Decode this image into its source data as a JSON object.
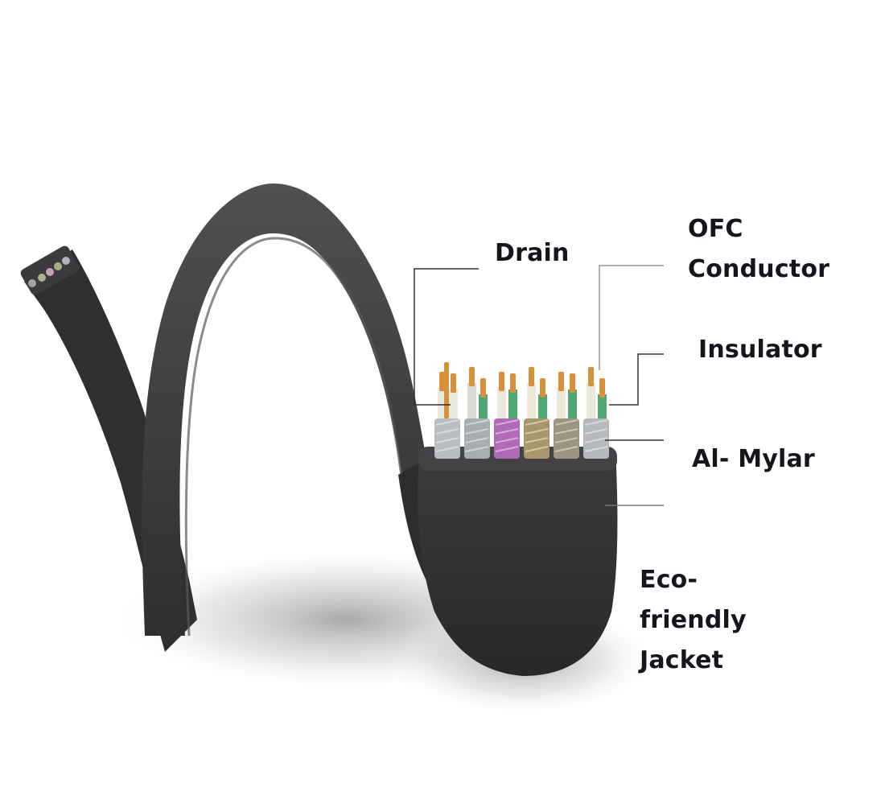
{
  "diagram": {
    "subject": "Flat shielded network cable (cross-section cutaway)",
    "background_color": "#ffffff",
    "cable_color": "#3a3a3c",
    "leader_line_color": "#333333",
    "labels": {
      "drain": "Drain",
      "ofc_conductor": [
        "OFC",
        "Conductor"
      ],
      "insulator": "Insulator",
      "al_mylar": "Al- Mylar",
      "jacket": [
        "Eco-",
        "friendly",
        "Jacket"
      ]
    },
    "wire_pairs": [
      {
        "shield": "silver",
        "shield_color": "#b9bcc0",
        "insulators": [
          "#e8e6df",
          "#e8e6df"
        ]
      },
      {
        "shield": "silver",
        "shield_color": "#a9adb2",
        "insulators": [
          "#d9dcd6",
          "#4fa874"
        ]
      },
      {
        "shield": "purple",
        "shield_color": "#b06ab8",
        "insulators": [
          "#ece8d8",
          "#4fa874"
        ]
      },
      {
        "shield": "gold",
        "shield_color": "#a8976a",
        "insulators": [
          "#ece8d8",
          "#4fa874"
        ]
      },
      {
        "shield": "bronze",
        "shield_color": "#9d9482",
        "insulators": [
          "#ece8d8",
          "#4fa874"
        ]
      },
      {
        "shield": "silver",
        "shield_color": "#b5b8bd",
        "insulators": [
          "#ece8d8",
          "#4fa874"
        ]
      }
    ],
    "conductor_color": "#d7913a"
  }
}
